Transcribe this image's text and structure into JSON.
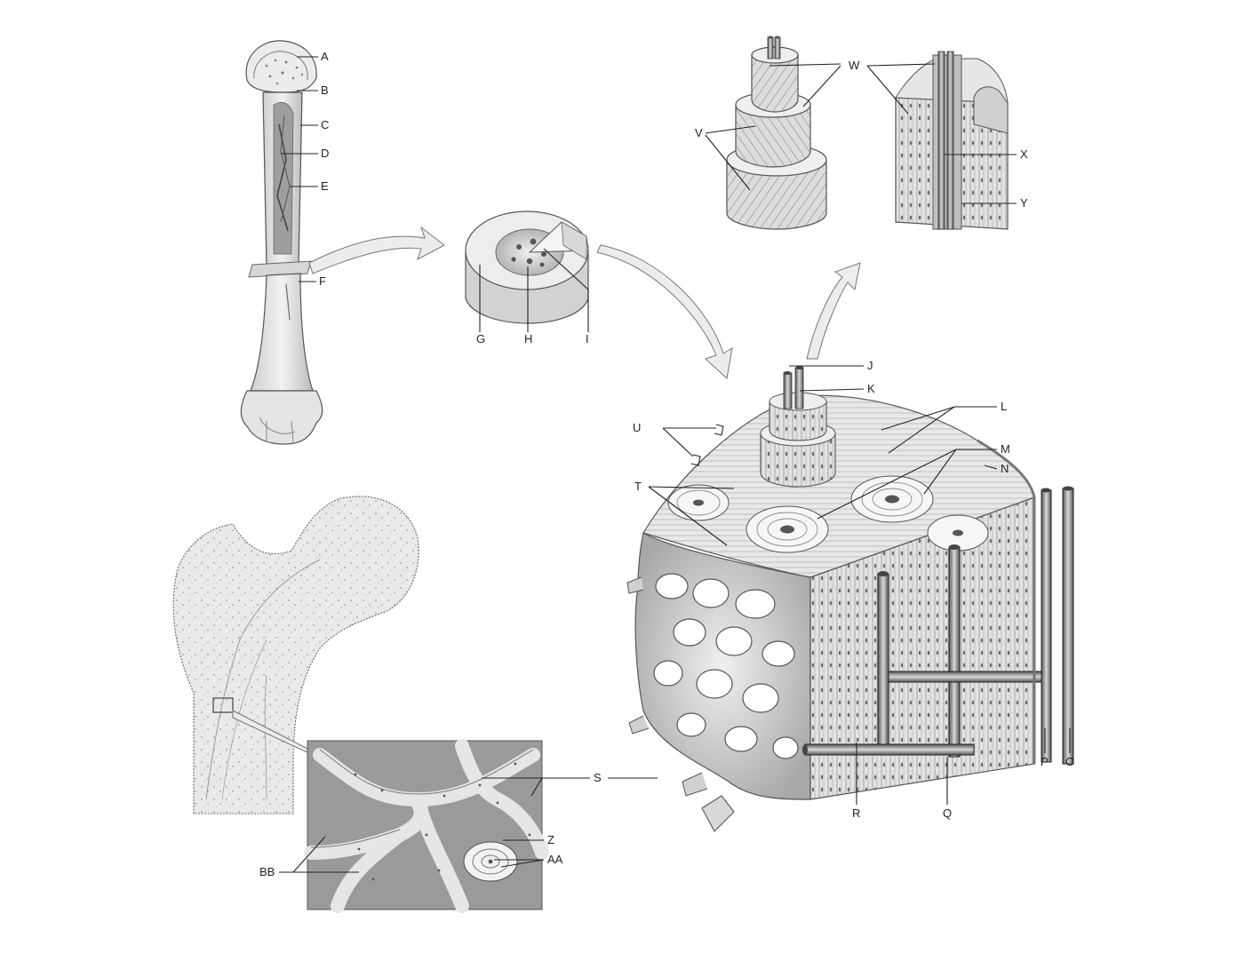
{
  "diagram": {
    "labels": {
      "A": "A",
      "B": "B",
      "C": "C",
      "D": "D",
      "E": "E",
      "F": "F",
      "G": "G",
      "H": "H",
      "I": "I",
      "J": "J",
      "K": "K",
      "L": "L",
      "M": "M",
      "N": "N",
      "O": "O",
      "P": "P",
      "Q": "Q",
      "R": "R",
      "S": "S",
      "T": "T",
      "U": "U",
      "V": "V",
      "W": "W",
      "X": "X",
      "Y": "Y",
      "Z": "Z",
      "AA": "AA",
      "BB": "BB"
    }
  },
  "colors": {
    "line": "#222222",
    "bone_light": "#e6e6e6",
    "bone_mid": "#b8b8b8",
    "bone_dark": "#6a6a6a",
    "arrow_fill": "#ececec"
  }
}
